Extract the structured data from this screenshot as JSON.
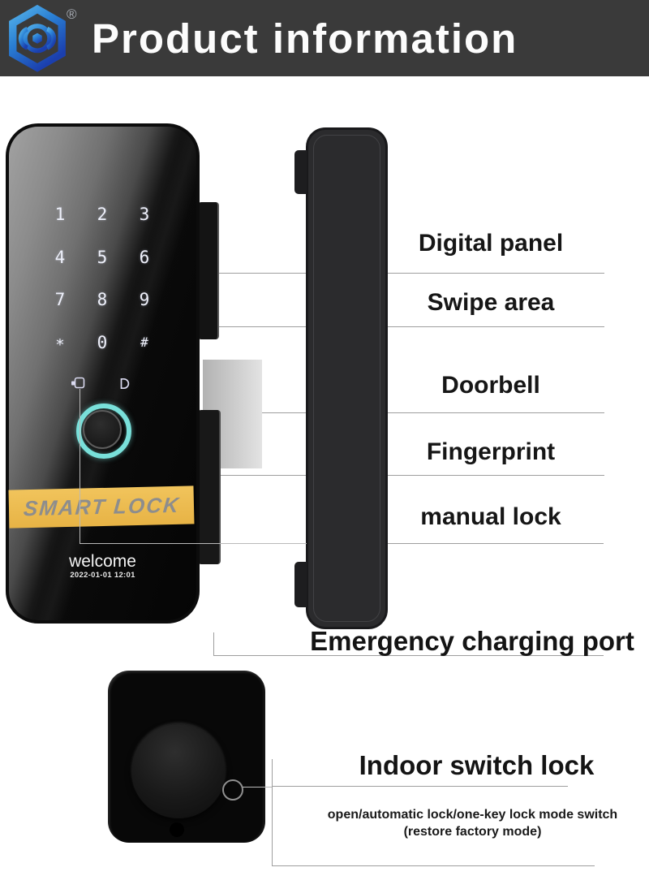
{
  "header": {
    "title": "Product information",
    "trademark": "®"
  },
  "colors": {
    "header_bg": "#3a3a3a",
    "banner_gold": "#eebc4e",
    "fingerprint_ring": "#79e0da",
    "logo_blue_light": "#4fa9e6",
    "logo_blue_dark": "#1b3fae"
  },
  "front_lock": {
    "keypad_keys": [
      "1",
      "2",
      "3",
      "4",
      "5",
      "6",
      "7",
      "8",
      "9",
      "*",
      "0",
      "#"
    ],
    "icons": {
      "left": "bell-icon",
      "right": "doorbell-icon"
    },
    "banner_text": "SMART LOCK",
    "display_greeting": "welcome",
    "display_datetime": "2022-01-01 12:01"
  },
  "callouts": {
    "right_labels": [
      "Digital panel",
      "Swipe area",
      "Doorbell",
      "Fingerprint",
      "manual lock"
    ],
    "emergency_label": "Emergency charging port"
  },
  "closeup": {
    "title": "Indoor switch lock",
    "note_line1": "open/automatic lock/one-key lock mode switch",
    "note_line2": "(restore factory mode)"
  }
}
